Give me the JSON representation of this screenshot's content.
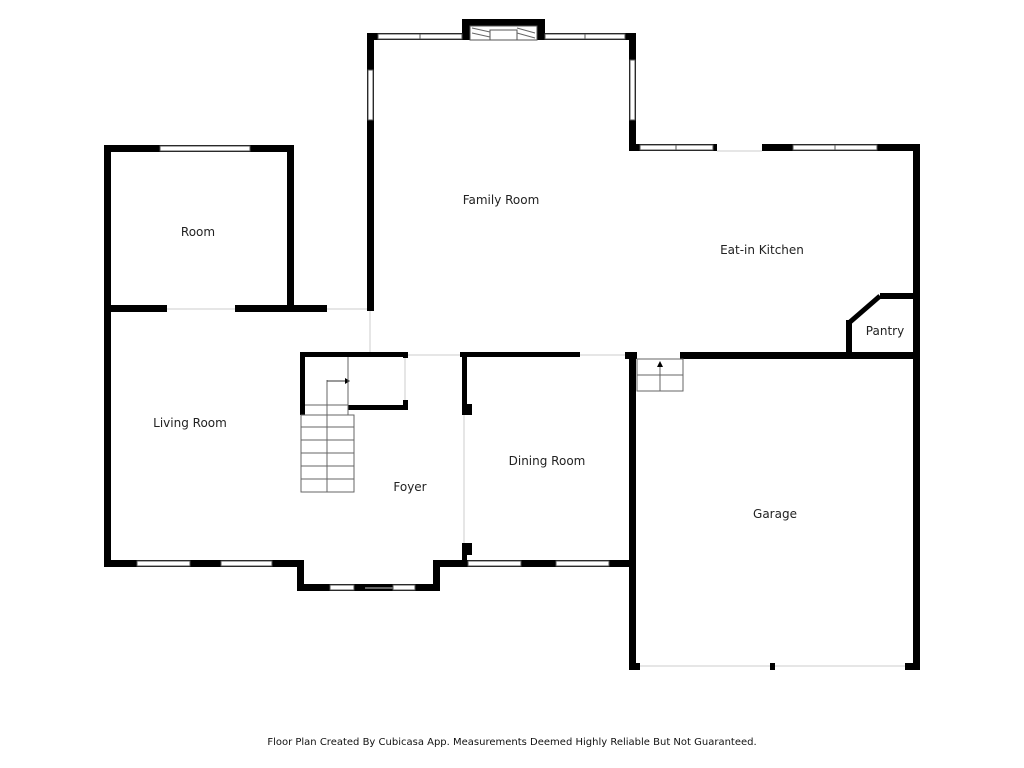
{
  "rooms": {
    "family_room": "Family Room",
    "room": "Room",
    "eat_in_kitchen": "Eat-in Kitchen",
    "pantry": "Pantry",
    "living_room": "Living Room",
    "foyer": "Foyer",
    "dining_room": "Dining Room",
    "garage": "Garage"
  },
  "footer": "Floor Plan Created By Cubicasa App. Measurements Deemed Highly Reliable But Not Guaranteed."
}
